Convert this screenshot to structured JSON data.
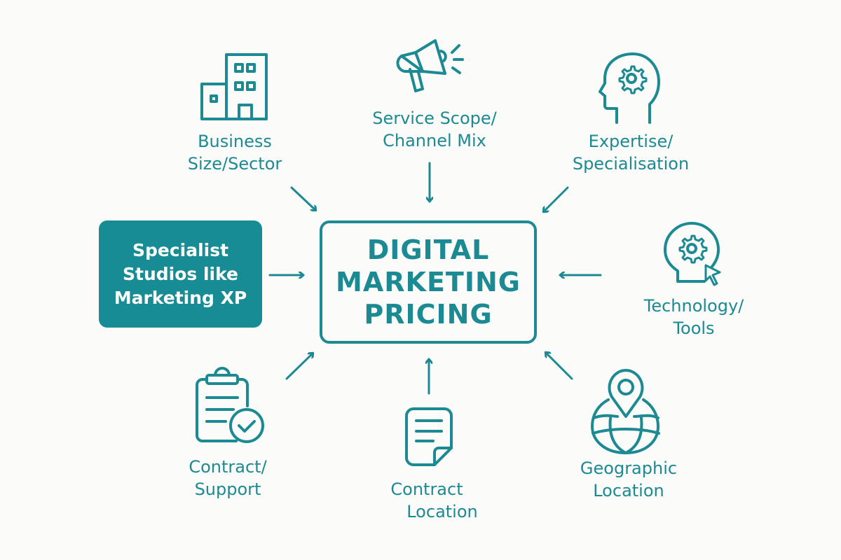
{
  "center": {
    "lines": [
      "DIGITAL",
      "MARKETING",
      "PRICING"
    ]
  },
  "highlight": {
    "lines": [
      "Specialist",
      "Studios like",
      "Marketing XP"
    ]
  },
  "factors": [
    {
      "icon": "building-icon",
      "lines": [
        "Business",
        "Size/Sector"
      ]
    },
    {
      "icon": "megaphone-icon",
      "lines": [
        "Service Scope/",
        "Channel Mix"
      ]
    },
    {
      "icon": "head-gear-icon",
      "lines": [
        "Expertise/",
        "Specialisation"
      ]
    },
    {
      "icon": "tech-gear-cursor-icon",
      "lines": [
        "Technology/",
        "Tools"
      ]
    },
    {
      "icon": "globe-pin-icon",
      "lines": [
        "Geographic",
        "Location"
      ]
    },
    {
      "icon": "document-icon",
      "lines": [
        "Contract",
        "Location"
      ]
    },
    {
      "icon": "clipboard-check-icon",
      "lines": [
        "Contract/",
        "Support"
      ]
    }
  ],
  "colors": {
    "accent": "#1c8a93",
    "highlight_bg": "#178c95",
    "background": "#fbfbfa"
  }
}
